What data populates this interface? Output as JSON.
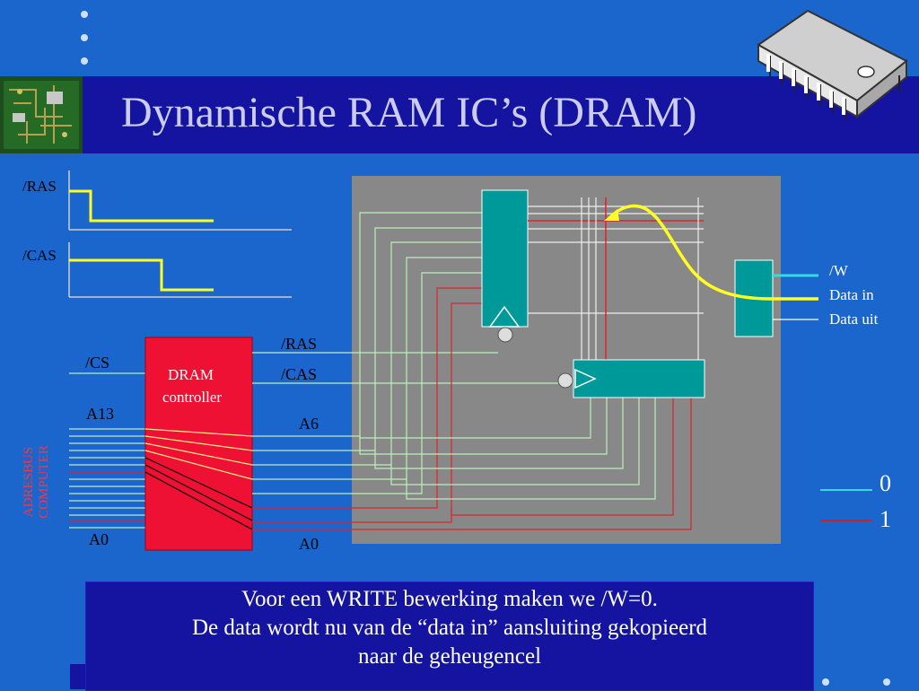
{
  "slide": {
    "title": "Dynamische RAM IC’s (DRAM)"
  },
  "timing": {
    "ras_label": "/RAS",
    "cas_label": "/CAS"
  },
  "controller": {
    "name_line1": "DRAM",
    "name_line2": "controller",
    "cs_label": "/CS",
    "a13_label": "A13",
    "a0_label": "A0",
    "ras_out_label": "/RAS",
    "cas_out_label": "/CAS",
    "a6_label": "A6",
    "a0_out_label": "A0"
  },
  "adresbus": {
    "line1": "ADRESBUS",
    "line2": "COMPUTER"
  },
  "io": {
    "w_label": "/W",
    "data_in_label": "Data in",
    "data_uit_label": "Data uit"
  },
  "legend": {
    "zero_label": "0",
    "one_label": "1",
    "zero_color": "#33dddd",
    "one_color": "#cc2222"
  },
  "caption": {
    "line1": "Voor een WRITE bewerking maken we /W=0.",
    "line2": "De data wordt nu van de “data in” aansluiting gekopieerd",
    "line3": "naar de geheugencel"
  },
  "colors": {
    "background": "#1a66cc",
    "title_band": "#1414a0",
    "controller": "#ee1133",
    "chip_area": "#888888",
    "decoder": "#009999",
    "highlight": "#ffff22"
  }
}
